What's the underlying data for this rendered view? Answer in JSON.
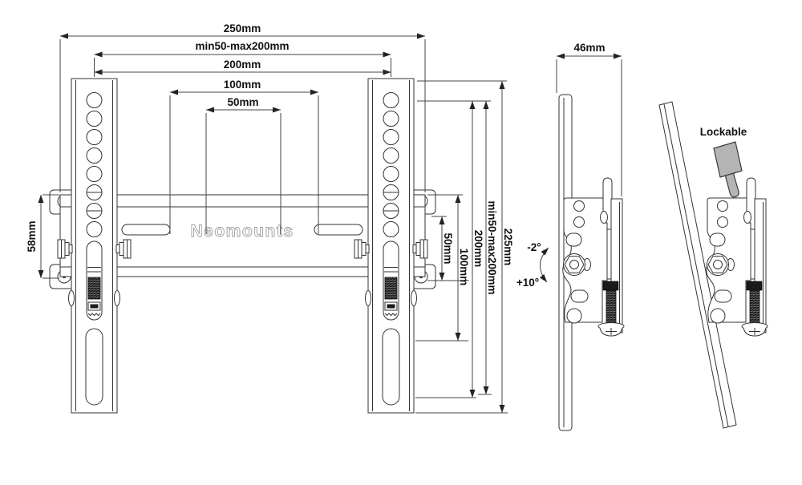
{
  "drawing": {
    "logo": "Neomounts",
    "front": {
      "top_dims": [
        "250mm",
        "min50-max200mm",
        "200mm",
        "100mm",
        "50mm"
      ],
      "left_dim": "58mm",
      "right_dims": [
        "50mm",
        "100mm",
        "200mm",
        "min50-max200mm",
        "225mm"
      ]
    },
    "side": {
      "width_dim": "46mm",
      "tilt_min": "-2°",
      "tilt_max": "+10°"
    },
    "tilted": {
      "lock_label": "Lockable"
    },
    "colors": {
      "line": "#333333",
      "dim_line": "#444444",
      "text": "#111111",
      "logo_outline": "#9e9e9e",
      "knob_fill": "#b4b4b4",
      "screw_fill": "#1a1a1a",
      "background": "#ffffff"
    }
  }
}
